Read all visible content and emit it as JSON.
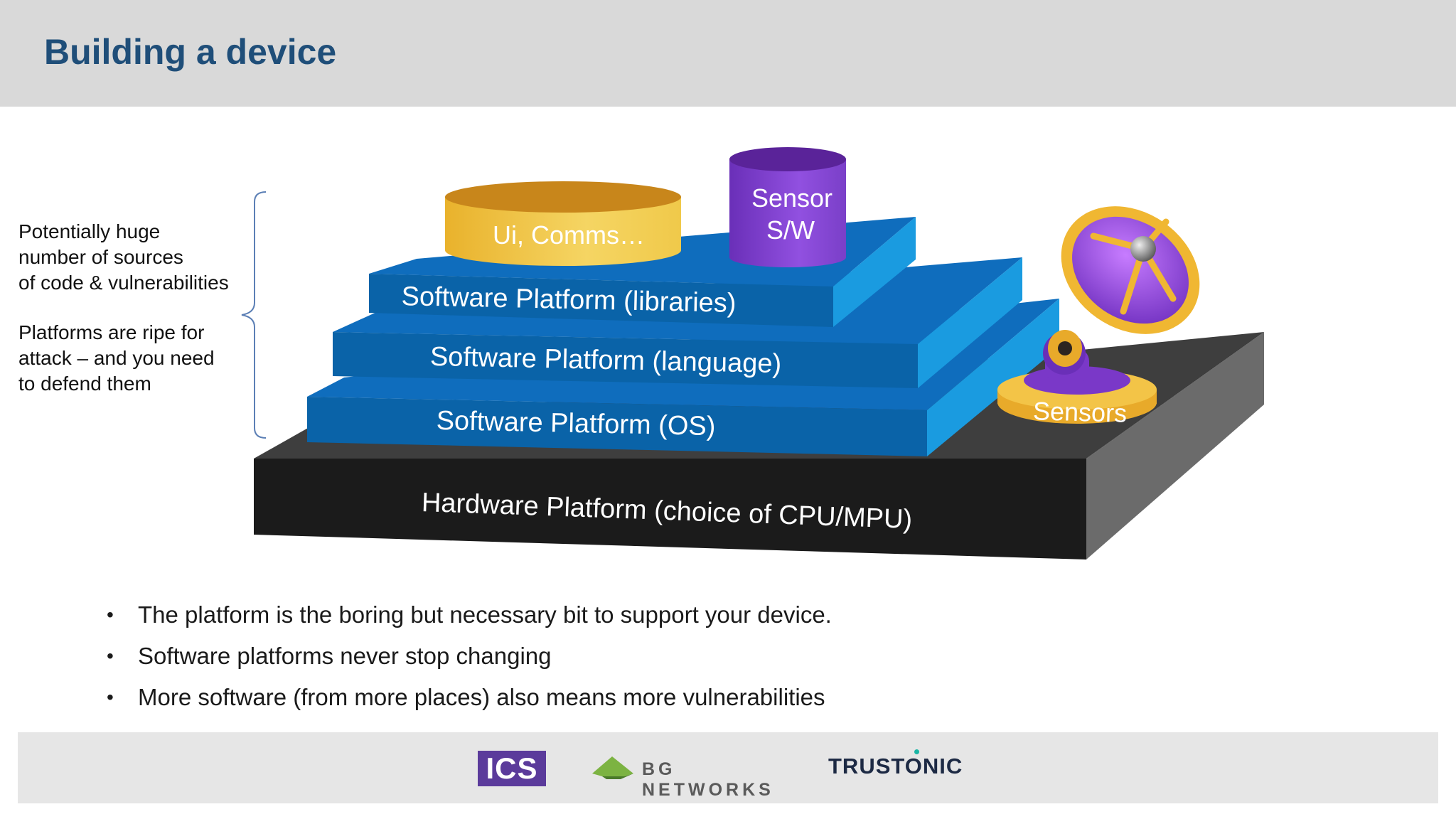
{
  "title": "Building a device",
  "side_notes": {
    "note1": "Potentially huge\nnumber of sources\nof code & vulnerabilities",
    "note2": "Platforms are ripe for\nattack – and you need\nto defend them"
  },
  "diagram": {
    "ui_comms": "Ui, Comms…",
    "sensor_sw_line1": "Sensor",
    "sensor_sw_line2": "S/W",
    "libraries": "Software  Platform (libraries)",
    "language": "Software  Platform (language)",
    "os": "Software  Platform (OS)",
    "hardware": "Hardware Platform (choice of CPU/MPU)",
    "sensors": "Sensors"
  },
  "bullets": [
    "The platform is the boring but necessary bit to support your device.",
    "Software platforms never stop changing",
    "More software (from more places) also means more vulnerabilities"
  ],
  "footer": {
    "logo_ics": "ICS",
    "logo_bg": "BG NETWORKS",
    "logo_trustonic": "TRUSTONIC"
  },
  "colors": {
    "header_bg": "#d9d9d9",
    "title": "#1f4e79",
    "layer_front": "#0a63a8",
    "layer_top": "#0f6dbd",
    "layer_side": "#1a9be0",
    "hardware_front": "#1b1b1b",
    "hardware_top": "#3e3e3e",
    "ui_cylinder": "#eec13c",
    "sensor_cylinder": "#7a3fc8",
    "ics_logo": "#5b3b9b"
  }
}
